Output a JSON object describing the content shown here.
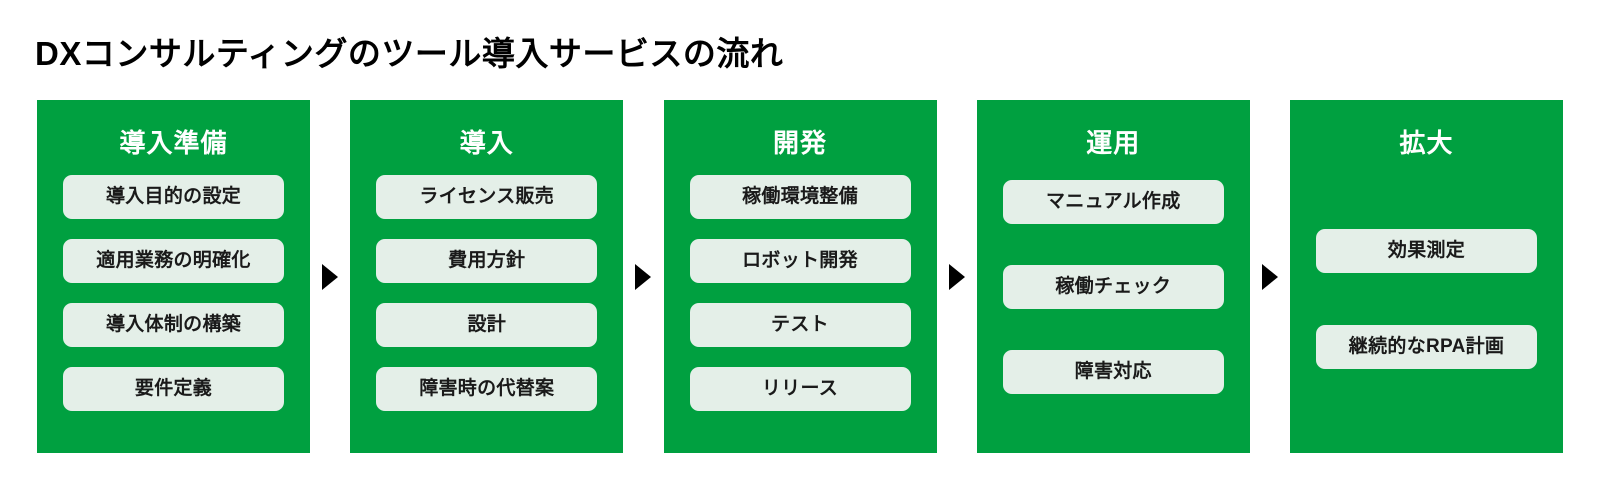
{
  "page": {
    "title": "DXコンサルティングのツール導入サービスの流れ",
    "background_color": "#ffffff"
  },
  "theme": {
    "stage_green": "#00a040",
    "pill_bg": "#e4efe8",
    "stage_title_color": "#ffffff",
    "pill_text_color": "#1a1a1a",
    "arrow_color": "#000000"
  },
  "flow": {
    "arrow_icon": "triangle-right-icon",
    "stages": [
      {
        "title": "導入準備",
        "items": [
          "導入目的の設定",
          "適用業務の明確化",
          "導入体制の構築",
          "要件定義"
        ]
      },
      {
        "title": "導入",
        "items": [
          "ライセンス販売",
          "費用方針",
          "設計",
          "障害時の代替案"
        ]
      },
      {
        "title": "開発",
        "items": [
          "稼働環境整備",
          "ロボット開発",
          "テスト",
          "リリース"
        ]
      },
      {
        "title": "運用",
        "items": [
          "マニュアル作成",
          "稼働チェック",
          "障害対応"
        ]
      },
      {
        "title": "拡大",
        "items": [
          "効果測定",
          "継続的なRPA計画"
        ]
      }
    ]
  }
}
